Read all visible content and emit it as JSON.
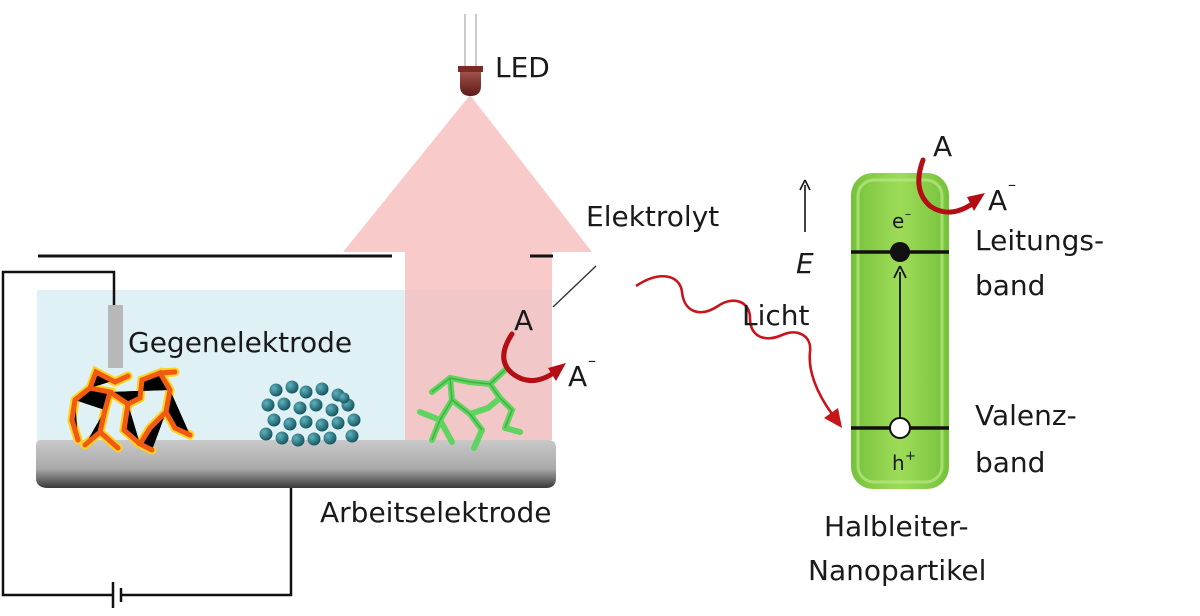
{
  "labels": {
    "led": "LED",
    "electrolyte": "Elektrolyt",
    "counter_electrode": "Gegenelektrode",
    "working_electrode": "Arbeitselektrode",
    "light": "Licht",
    "energy": "E",
    "conduction_band_line1": "Leitungs-",
    "conduction_band_line2": "band",
    "valence_band_line1": "Valenz-",
    "valence_band_line2": "band",
    "nanoparticle_line1": "Halbleiter-",
    "nanoparticle_line2": "Nanopartikel",
    "acceptor": "A",
    "acceptor_reduced": "A",
    "acceptor_charge": "–",
    "electron": "e",
    "electron_charge": "–",
    "hole": "h",
    "hole_charge": "+"
  },
  "colors": {
    "electrolyte_fill": "#dff1f4",
    "light_cone": "#f7b8b8",
    "redox_arrow": "#b50d14",
    "semiconductor": "#8fd24a",
    "electrode_gray": "#b8b8b8",
    "nanoparticle_teal": "#1e6c78",
    "nanorod_green": "#5fd45f",
    "nanowire_orange": "#f47a1f"
  }
}
